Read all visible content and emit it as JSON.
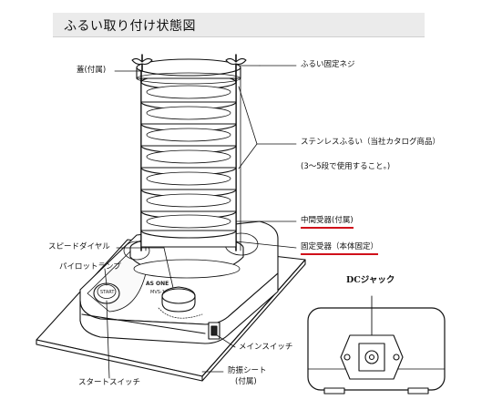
{
  "header": {
    "title": "ふるい取り付け状態図"
  },
  "labels": {
    "lid": "蓋(付属)",
    "sieve_screw": "ふるい固定ネジ",
    "stainless_sieve": "ステンレスふるい（当社カタログ商品）",
    "sieve_note": "(3～5段で使用すること。)",
    "middle_receiver": "中間受器(付属)",
    "fixed_receiver": "固定受器（本体固定）",
    "speed_dial": "スピードダイヤル",
    "pilot_lamp": "パイロットランプ",
    "main_switch": "メインスイッチ",
    "vibration_sheet_line1": "防振シート",
    "vibration_sheet_line2": "(付属)",
    "start_switch": "スタートスイッチ",
    "dc_jack": "DCジャック"
  },
  "device_print": {
    "brand": "AS ONE",
    "model": "MVS-1",
    "start": "START"
  },
  "colors": {
    "underline": "#d0101a",
    "header_bg": "#ebebeb"
  }
}
